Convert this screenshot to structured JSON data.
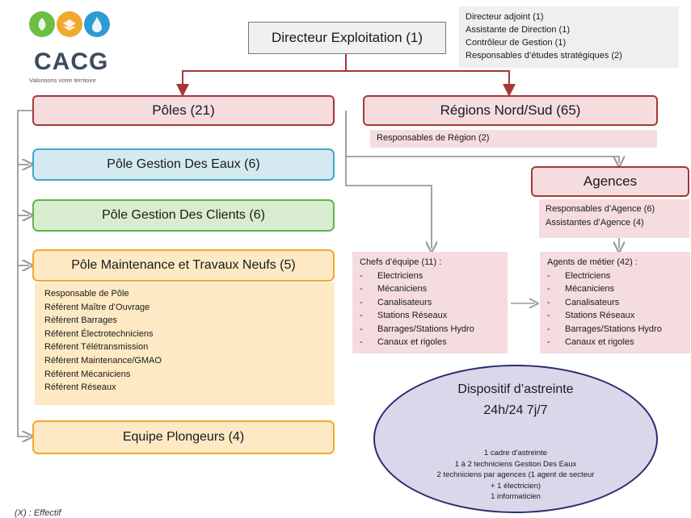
{
  "logo": {
    "name": "CACG",
    "tagline": "Valorisons votre territoire",
    "circle_colors": [
      "#6cbe45",
      "#f0a830",
      "#2e9bd6"
    ]
  },
  "director": {
    "label": "Directeur Exploitation (1)"
  },
  "top_note": {
    "lines": [
      "Directeur adjoint (1)",
      "Assistante de Direction (1)",
      "Contrôleur de Gestion (1)",
      "Responsables d’études stratégiques (2)"
    ]
  },
  "poles": {
    "label": "Pôles (21)"
  },
  "regions": {
    "label": "Régions Nord/Sud (65)",
    "note": "Responsables de Région (2)"
  },
  "agences": {
    "label": "Agences",
    "lines": [
      "Responsables d’Agence (6)",
      "Assistantes d’Agence (4)"
    ]
  },
  "pole_eaux": {
    "label": "Pôle Gestion Des Eaux (6)"
  },
  "pole_clients": {
    "label": "Pôle Gestion Des Clients (6)"
  },
  "pole_maint": {
    "label": "Pôle Maintenance et Travaux Neufs (5)",
    "lines": [
      "Responsable de Pôle",
      "Référent Maître d’Ouvrage",
      "Référent Barrages",
      "Référent Électrotechniciens",
      "Référent Télétransmission",
      "Référent Maintenance/GMAO",
      "Référent Mécaniciens",
      "Référent Réseaux"
    ]
  },
  "plongeurs": {
    "label": "Equipe Plongeurs (4)"
  },
  "chefs": {
    "title": "Chefs d’équipe (11) :",
    "items": [
      "Electriciens",
      "Mécaniciens",
      "Canalisateurs",
      "Stations Réseaux",
      "Barrages/Stations Hydro",
      "Canaux et rigoles"
    ]
  },
  "agents": {
    "title": "Agents de métier (42) :",
    "items": [
      "Electriciens",
      "Mécaniciens",
      "Canalisateurs",
      "Stations Réseaux",
      "Barrages/Stations Hydro",
      "Canaux et rigoles"
    ]
  },
  "astreinte": {
    "title_line1": "Dispositif d’astreinte",
    "title_line2": "24h/24 7j/7",
    "lines": [
      "1 cadre d’astreinte",
      "1 à 2 techniciens Gestion Des Eaux",
      "2 techniciens par agences (1 agent de secteur",
      "+ 1 électricien)",
      "1 informaticien"
    ]
  },
  "footnote": "(X) : Effectif",
  "colors": {
    "red_border": "#a63838",
    "pink_fill": "#f5dcdf",
    "blue_border": "#43a7c7",
    "green_border": "#5fb54a",
    "orange_border": "#f0a830",
    "ellipse_fill": "#dcd6ea",
    "ellipse_border": "#2d2a6e"
  }
}
